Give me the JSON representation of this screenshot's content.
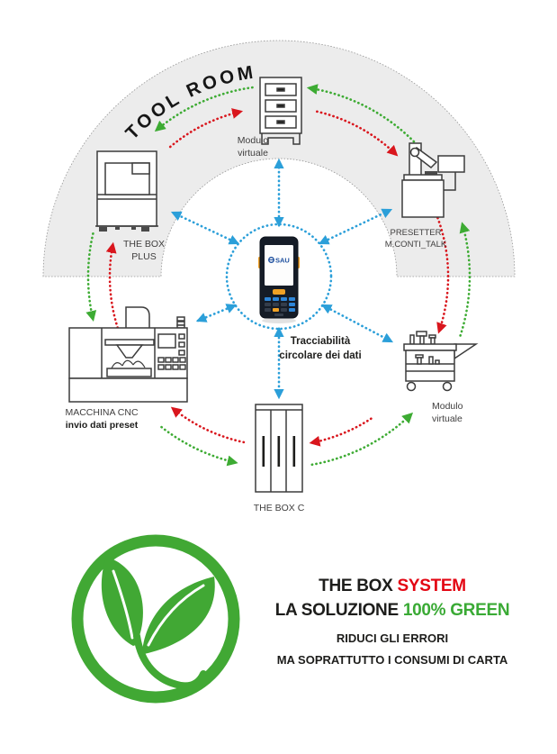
{
  "diagram": {
    "tool_room": "TOOL ROOM",
    "nodes": {
      "virtual_module_top": {
        "line1": "Modulo",
        "line2": "virtuale"
      },
      "box_plus": {
        "line1": "THE BOX",
        "line2": "PLUS"
      },
      "presetter": {
        "line1": "PRESETTER",
        "line2": "M.CONTI_TALK"
      },
      "cnc": {
        "line1": "MACCHINA CNC",
        "line2": "invio dati preset"
      },
      "box_c": {
        "label": "THE BOX C"
      },
      "virtual_module_right": {
        "line1": "Modulo",
        "line2": "virtuale"
      }
    },
    "center": {
      "device_logo": "SAU",
      "caption_line1": "Tracciabilità",
      "caption_line2": "circolare dei dati"
    },
    "colors": {
      "flow_clockwise_red": "#d9161d",
      "flow_counter_green": "#3dab33",
      "data_link_blue": "#2b9fd9",
      "tool_room_zone_fill": "#ececec"
    }
  },
  "footer": {
    "title_prefix": "THE BOX ",
    "title_highlight": "SYSTEM",
    "subtitle_prefix": "LA SOLUZIONE ",
    "subtitle_highlight": "100% GREEN",
    "tagline1": "RIDUCI GLI ERRORI",
    "tagline2": "MA SOPRATTUTTO I CONSUMI DI CARTA",
    "colors": {
      "highlight_red": "#e30613",
      "highlight_green": "#3aaa35",
      "logo_green": "#41a834"
    }
  }
}
